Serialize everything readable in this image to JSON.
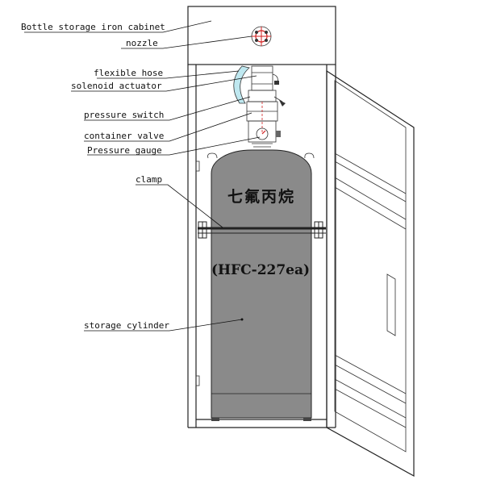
{
  "labels": {
    "cabinet": "Bottle storage iron cabinet",
    "nozzle": "nozzle",
    "flexible_hose": "flexible hose",
    "solenoid_actuator": "solenoid actuator",
    "pressure_switch": "pressure switch",
    "container_valve": "container valve",
    "pressure_gauge": "Pressure gauge",
    "clamp": "clamp",
    "storage_cylinder": "storage cylinder"
  },
  "cylinder": {
    "chinese_name": "七氟丙烷",
    "chemical_name": "(HFC-227ea)"
  },
  "colors": {
    "cylinder_fill": "#8a8a8a",
    "hose_fill": "#bfe8f0",
    "gauge_accent": "#d22020",
    "lines": "#222222"
  }
}
